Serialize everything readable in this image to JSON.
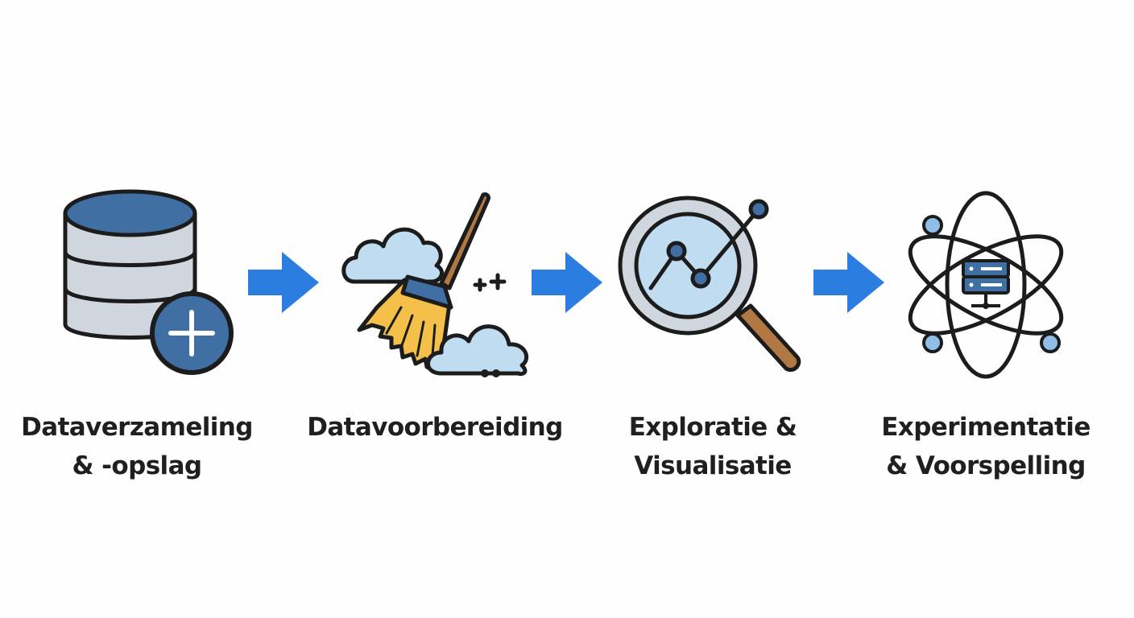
{
  "colors": {
    "outline": "#1c1c1c",
    "dark_blue": "#3f6fa3",
    "light_blue": "#bfdcf0",
    "gray": "#cfd6dd",
    "arrow_blue": "#2b7de0",
    "broom_yellow": "#f5c04a",
    "handle_brown": "#b27844"
  },
  "steps": [
    {
      "icon": "database-add-icon",
      "line1": "Dataverzameling",
      "line2": "& -opslag"
    },
    {
      "icon": "broom-cleaning-icon",
      "line1": "Datavoorbereiding",
      "line2": ""
    },
    {
      "icon": "magnifier-chart-icon",
      "line1": "Exploratie &",
      "line2": "Visualisatie"
    },
    {
      "icon": "atom-server-icon",
      "line1": "Experimentatie",
      "line2": "& Voorspelling"
    }
  ],
  "arrows": [
    "arrow-right-icon",
    "arrow-right-icon",
    "arrow-right-icon"
  ]
}
